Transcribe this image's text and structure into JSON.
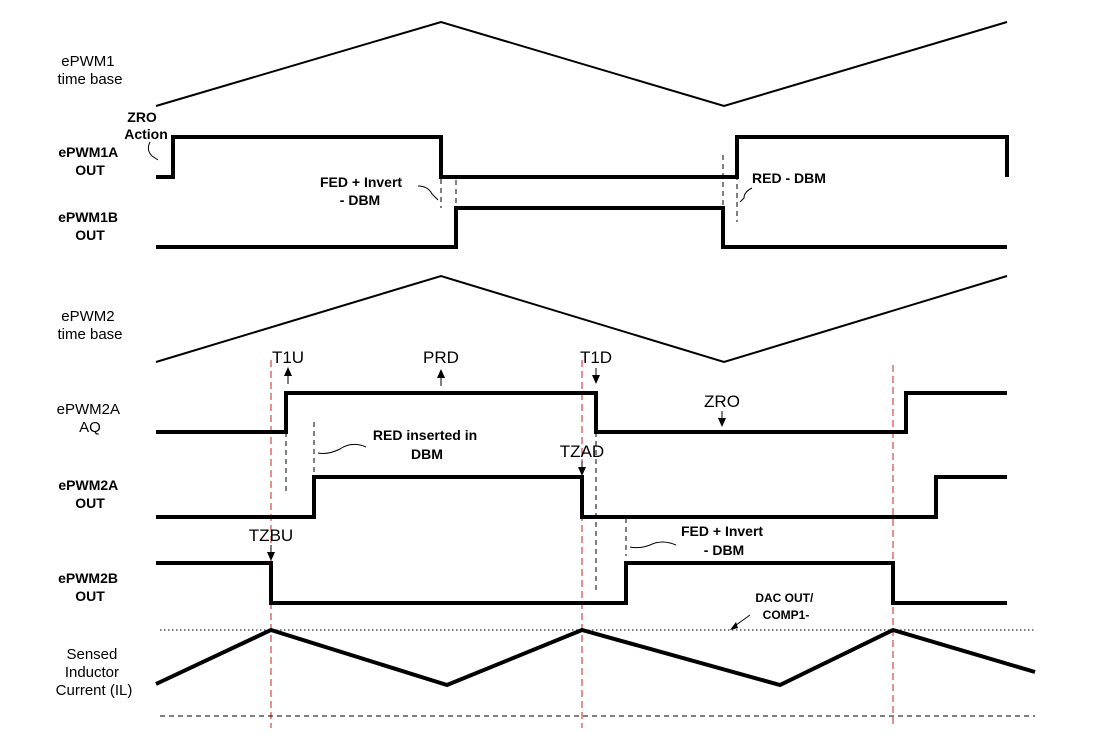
{
  "signals": {
    "epwm1_tb": [
      "ePWM1",
      "time base"
    ],
    "epwm1a": [
      "ePWM1A",
      "OUT"
    ],
    "epwm1b": [
      "ePWM1B",
      "OUT"
    ],
    "epwm2_tb": [
      "ePWM2",
      "time base"
    ],
    "epwm2a_aq": [
      "ePWM2A",
      "AQ"
    ],
    "epwm2a_out": [
      "ePWM2A",
      "OUT"
    ],
    "epwm2b_out": [
      "ePWM2B",
      "OUT"
    ],
    "il": [
      "Sensed",
      "Inductor",
      "Current (IL)"
    ]
  },
  "annotations": {
    "zro_action": [
      "ZRO",
      "Action"
    ],
    "fed_invert_1": [
      "FED + Invert",
      "- DBM"
    ],
    "red_dbm": "RED - DBM",
    "t1u": "T1U",
    "prd": "PRD",
    "t1d": "T1D",
    "zro": "ZRO",
    "red_inserted": [
      "RED inserted in",
      "DBM"
    ],
    "tzad": "TZAD",
    "tzbu": "TZBU",
    "fed_invert_2": [
      "FED + Invert",
      "- DBM"
    ],
    "dac_out": [
      "DAC OUT/",
      "COMP1-"
    ]
  },
  "colors": {
    "trip_marker": "#cc2222"
  }
}
